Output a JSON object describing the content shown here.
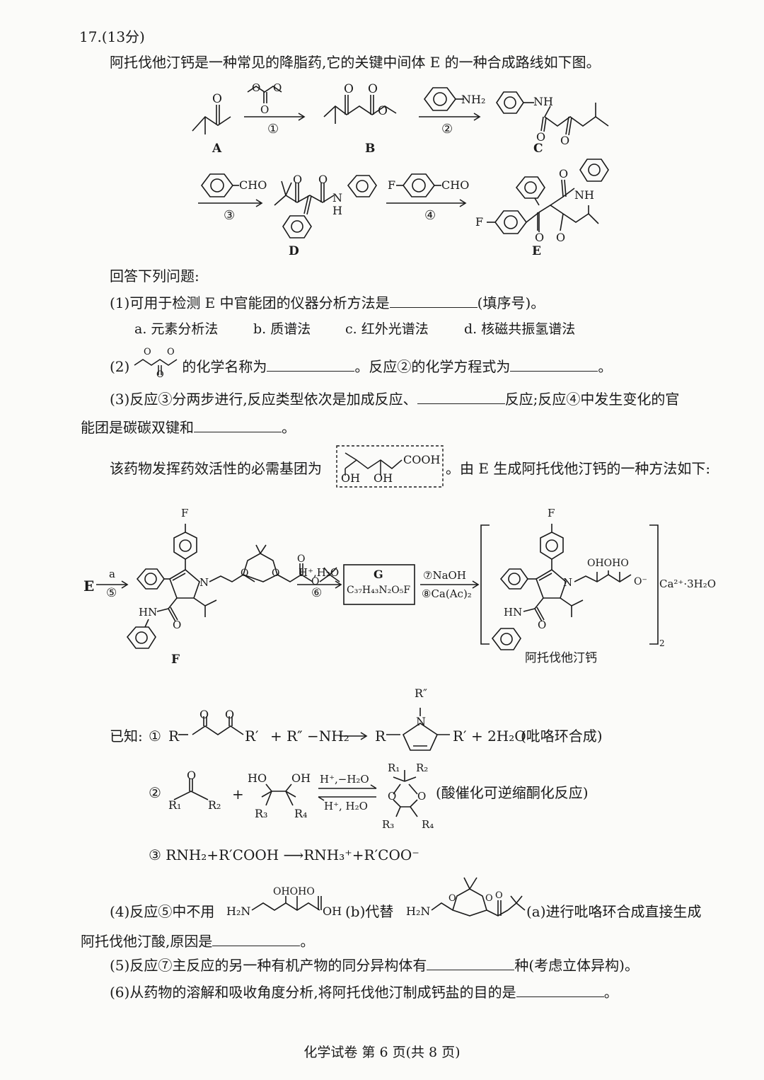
{
  "question": {
    "header": "17.(13分)",
    "intro": "阿托伐他汀钙是一种常见的降脂药,它的关键中间体 E 的一种合成路线如下图。"
  },
  "scheme1": {
    "labels": [
      "A",
      "B",
      "C",
      "D",
      "E"
    ],
    "steps": [
      "①",
      "②",
      "③",
      "④"
    ],
    "reagent_nh2": "NH₂",
    "reagent_cho": "CHO",
    "reagent_fcho": "CHO",
    "atom_F": "F",
    "atom_NH": "NH",
    "atom_N": "N",
    "atom_H": "H",
    "atom_O": "O"
  },
  "answer_intro": "回答下列问题:",
  "q1": {
    "text": "(1)可用于检测 E 中官能团的仪器分析方法是",
    "suffix": "(填序号)。",
    "options": [
      "a. 元素分析法",
      "b. 质谱法",
      "c. 红外光谱法",
      "d. 核磁共振氢谱法"
    ]
  },
  "q2": {
    "prefix": "(2)",
    "mid": "的化学名称为",
    "mid2": "。反应②的化学方程式为",
    "end": "。"
  },
  "q3": {
    "line1a": "(3)反应③分两步进行,反应类型依次是加成反应、",
    "line1b": "反应;反应④中发生变化的官",
    "line2": "能团是碳碳双键和",
    "end": "。"
  },
  "pharma": {
    "prefix": "该药物发挥药效活性的必需基团为",
    "group_cooh": "COOH",
    "group_oh1": "OH",
    "group_oh2": "OH",
    "suffix": "。由 E 生成阿托伐他汀钙的一种方法如下:"
  },
  "scheme2": {
    "start": "E",
    "reagent_a": "a",
    "step5": "⑤",
    "step6_reagent": "H⁺,H₂O",
    "step6": "⑥",
    "box_label": "G",
    "box_formula": "C₃₇H₄₃N₂O₅F",
    "step7": "⑦NaOH",
    "step8": "⑧Ca(Ac)₂",
    "label_F": "F",
    "product_name": "阿托伐他汀钙",
    "salt": "Ca²⁺·3H₂O",
    "sub2": "2",
    "ohohoo": "OHOHO",
    "o_minus": "O⁻",
    "hn": "HN",
    "n": "N",
    "o": "O",
    "f": "F"
  },
  "known": {
    "title": "已知:",
    "r1_label": "①",
    "r1_lhs_r": "R",
    "r1_lhs_rp": "R′",
    "r1_plus": "+ R″ −NH₂",
    "r1_rhs_r": "R",
    "r1_rhs_rp": "R′ + 2H₂O",
    "r1_n": "N",
    "r1_r2": "R″",
    "r1_note": "(吡咯环合成)",
    "r2_label": "②",
    "r2_r1": "R₁",
    "r2_r2": "R₂",
    "r2_r3": "R₃",
    "r2_r4": "R₄",
    "r2_ho": "HO",
    "r2_oh": "OH",
    "r2_plus": "+",
    "r2_fwd": "H⁺,−H₂O",
    "r2_rev": "H⁺, H₂O",
    "r2_note": "(酸催化可逆缩酮化反应)",
    "r3": "③ RNH₂+R′COOH ⟶RNH₃⁺+R′COO⁻"
  },
  "q4": {
    "a": "(4)反应⑤中不用",
    "h2n1": "H₂N",
    "ohoho": "OHOHO",
    "oh_end": "OH",
    "b": "(b)代替",
    "h2n2": "H₂N",
    "c": "(a)进行吡咯环合成直接生成",
    "line2": "阿托伐他汀酸,原因是",
    "end": "。"
  },
  "q5": {
    "a": "(5)反应⑦主反应的另一种有机产物的同分异构体有",
    "b": "种(考虑立体异构)。"
  },
  "q6": {
    "a": "(6)从药物的溶解和吸收角度分析,将阿托伐他汀制成钙盐的目的是",
    "end": "。"
  },
  "footer": "化学试卷  第 6 页(共 8 页)"
}
